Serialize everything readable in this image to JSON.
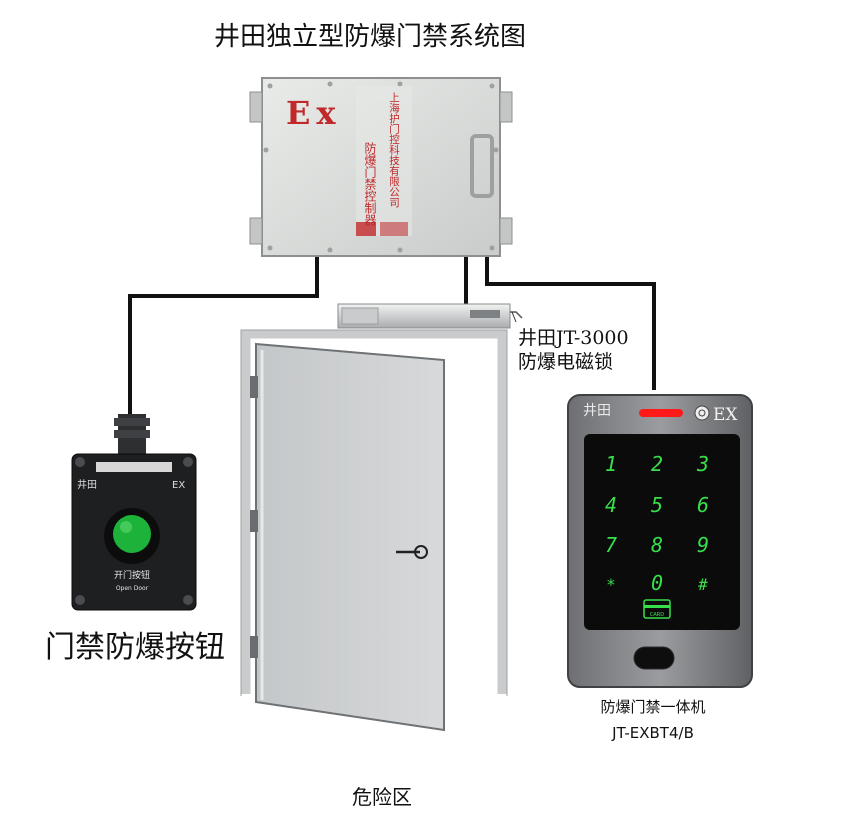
{
  "title": "井田独立型防爆门禁系统图",
  "controller": {
    "ex_mark": "Ex",
    "label_vertical": "防爆门禁控制器",
    "company_vertical": "上海护门控科技有限公司"
  },
  "lock": {
    "line1": "井田JT-3000",
    "line2": "防爆电磁锁"
  },
  "button_device": {
    "brand": "井田",
    "ex": "EX",
    "label": "开门按钮",
    "sublabel": "Open Door",
    "caption": "门禁防爆按钮"
  },
  "reader": {
    "brand": "井田",
    "ex": "EX",
    "keys": [
      "1",
      "2",
      "3",
      "4",
      "5",
      "6",
      "7",
      "8",
      "9",
      "*",
      "0",
      "#"
    ],
    "card_label": "CARD",
    "name": "防爆门禁一体机",
    "model": "JT-EXBT4/B"
  },
  "zone": "危险区",
  "colors": {
    "cable": "#111111",
    "ex_red": "#c0282a",
    "button_green": "#1db33a",
    "key_green": "#37e04a",
    "indicator_red": "#ff1a1a",
    "box_gray": "#d6d8d6"
  }
}
